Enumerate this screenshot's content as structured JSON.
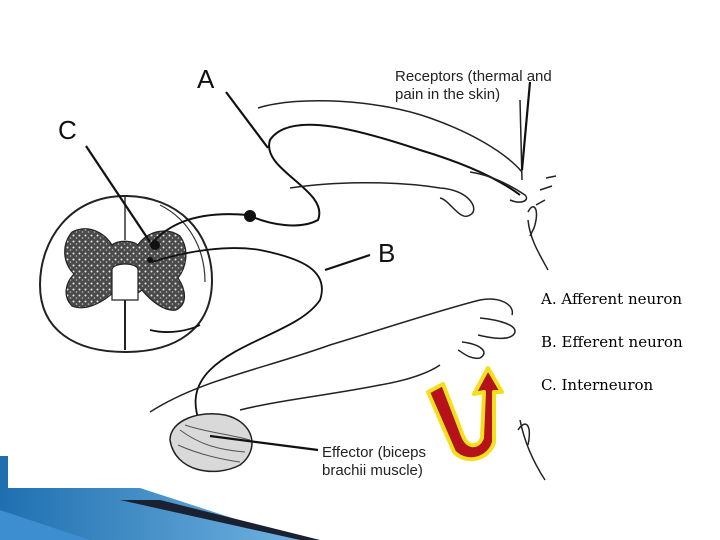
{
  "labels": {
    "A": "A",
    "B": "B",
    "C": "C",
    "receptors": "Receptors (thermal and pain in the skin)",
    "effector": "Effector (biceps brachii muscle)"
  },
  "key": [
    {
      "text": "A. Afferent neuron"
    },
    {
      "text": "B. Efferent neuron"
    },
    {
      "text": "C. Interneuron"
    }
  ],
  "colors": {
    "arrow_fill": "#b5121b",
    "arrow_outline": "#f2e11a",
    "footer_blue": "#1f6fb0",
    "footer_dark": "#1a2130"
  }
}
